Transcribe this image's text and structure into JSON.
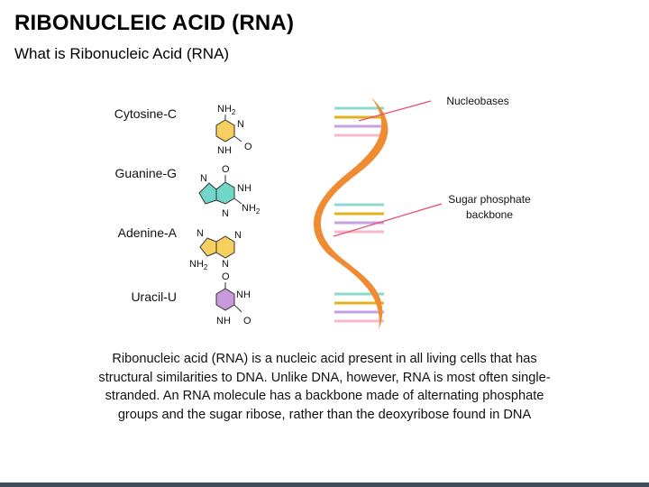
{
  "title": "RIBONUCLEIC ACID (RNA)",
  "subtitle": "What is Ribonucleic Acid (RNA)",
  "bases": [
    {
      "name": "Cytosine-C",
      "color": "#f7cf5e"
    },
    {
      "name": "Guanine-G",
      "color": "#6fd6c8"
    },
    {
      "name": "Adenine-A",
      "color": "#f7cf5e"
    },
    {
      "name": "Uracil-U",
      "color": "#c89adb"
    }
  ],
  "molecule_labels": {
    "cytosine": {
      "nh2": "NH",
      "n_ring": "N",
      "nh_ring": "NH",
      "o": "O"
    },
    "guanine": {
      "o": "O",
      "n_left": "N",
      "nh_right": "NH",
      "nh2": "NH",
      "n_bottom": "N"
    },
    "adenine": {
      "n_left": "N",
      "n_right": "N",
      "nh2": "NH",
      "n_bottom": "N"
    },
    "uracil": {
      "o_top": "O",
      "nh_right": "NH",
      "nh_bottom": "NH",
      "o_bottom": "O"
    },
    "subscript": "2"
  },
  "callouts": {
    "nucleobases": "Nucleobases",
    "sugar_line1": "Sugar phosphate",
    "sugar_line2": "backbone"
  },
  "colors": {
    "backbone": "#ef8c33",
    "rung_teal": "#8ed8d0",
    "rung_gold": "#e3b21e",
    "rung_purple": "#c6a2e0",
    "rung_pink": "#f7b9c8",
    "callout_line": "#e84a6a"
  },
  "description": [
    "Ribonucleic acid (RNA) is a nucleic acid present in all living cells that has",
    "structural similarities to DNA. Unlike DNA, however, RNA is most often single-",
    "stranded. An RNA molecule has a backbone made of alternating phosphate",
    "groups and the sugar ribose, rather than the deoxyribose found in DNA"
  ]
}
